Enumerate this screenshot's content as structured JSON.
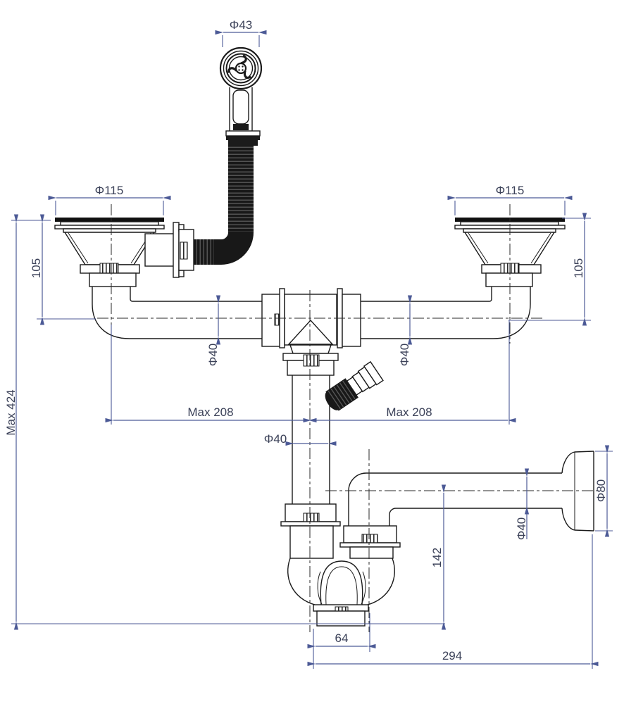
{
  "drawing": {
    "title": "Double-bowl sink drain kit with overflow - dimensioned technical drawing",
    "colors": {
      "background": "#ffffff",
      "drawing_line": "#1b1b1b",
      "dimension_line": "#4c5a96",
      "dimension_text": "#3b4158"
    },
    "dims": {
      "overflow_diameter": "Φ43",
      "strainer_left_diameter": "Φ115",
      "strainer_right_diameter": "Φ115",
      "strainer_left_height": "105",
      "strainer_right_height": "105",
      "total_height": "Max 424",
      "reach_left": "Max 208",
      "reach_right": "Max 208",
      "branch_pipe_left_diameter": "Φ40",
      "branch_pipe_right_diameter": "Φ40",
      "downpipe_diameter": "Φ40",
      "outlet_pipe_diameter": "Φ40",
      "wall_cup_diameter": "Φ80",
      "trap_depth": "142",
      "cleanout_width": "64",
      "outlet_reach": "294"
    }
  }
}
